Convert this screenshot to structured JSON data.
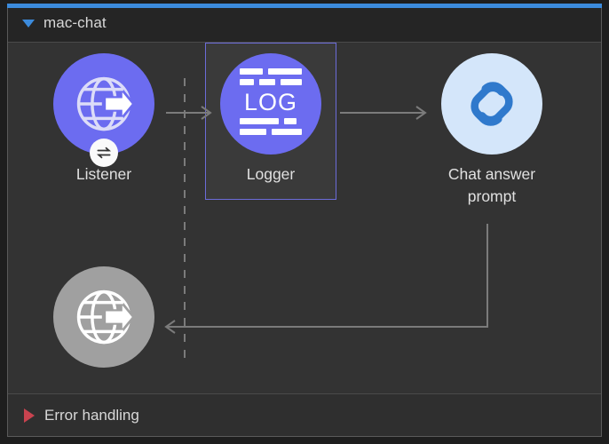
{
  "window": {
    "accent_color": "#3c8bdc",
    "canvas_bg": "#333333"
  },
  "header": {
    "title": "mac-chat",
    "toggle_icon": "triangle-down-icon",
    "toggle_state": "expanded",
    "toggle_color": "#3c8bdc"
  },
  "nodes": [
    {
      "id": "listener",
      "label": "Listener",
      "icon": "globe-arrow-icon",
      "circle_color": "#6c6cf0",
      "icon_color": "#dcdcf8",
      "badge_icon": "bidirectional-arrows-icon",
      "badge_bg": "#fafafa",
      "selected": false
    },
    {
      "id": "logger",
      "label": "Logger",
      "icon": "log-lines-icon",
      "icon_text": "LOG",
      "circle_color": "#6c6cf0",
      "icon_color": "#ffffff",
      "selected": true,
      "selection_border": "#6c6cd8"
    },
    {
      "id": "chat-answer-prompt",
      "label": "Chat answer\nprompt",
      "icon": "chain-link-icon",
      "circle_color": "#d4e6fa",
      "icon_color": "#2f79cc",
      "selected": false
    },
    {
      "id": "error-response",
      "label": "",
      "icon": "globe-arrow-icon",
      "circle_color": "#a0a0a0",
      "icon_color": "#ffffff",
      "selected": false
    }
  ],
  "edges": [
    {
      "id": "listener-to-logger",
      "from": "listener",
      "to": "logger",
      "style": "solid-arrow"
    },
    {
      "id": "logger-to-chat-prompt",
      "from": "logger",
      "to": "chat-answer-prompt",
      "style": "solid-arrow"
    },
    {
      "id": "chat-prompt-to-error-response",
      "from": "chat-answer-prompt",
      "to": "error-response",
      "style": "solid-elbow-arrow"
    },
    {
      "id": "lifeline",
      "style": "vertical-dashed"
    }
  ],
  "edge_color": "#7b7b7b",
  "footer": {
    "label": "Error handling",
    "toggle_icon": "triangle-right-icon",
    "toggle_state": "collapsed",
    "toggle_color": "#c8434f"
  }
}
